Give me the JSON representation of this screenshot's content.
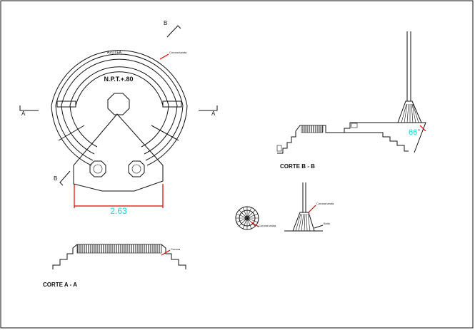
{
  "plan": {
    "level_label": "N.P.T.+.80",
    "arch_label": "AZOTEA",
    "note_top": "Corona tanda",
    "section_a_left": "A",
    "section_a_right": "A",
    "section_b_top": "B",
    "section_b_bottom": "B",
    "dimension": "2.63"
  },
  "corte_a": {
    "title": "CORTE A - A",
    "note": "Corona"
  },
  "corte_b": {
    "title": "CORTE B - B",
    "angle": "66°"
  },
  "detail": {
    "note_1": "Corona tanda",
    "note_2": "Bollo",
    "note_3": "Corona tanda"
  },
  "colors": {
    "dimension": "#00e0e0",
    "leader": "#e00000"
  }
}
